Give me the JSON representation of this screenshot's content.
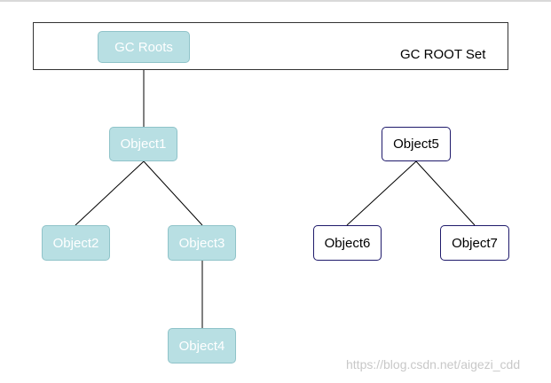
{
  "set": {
    "label": "GC ROOT Set"
  },
  "nodes": {
    "gc_roots": "GC Roots",
    "object1": "Object1",
    "object2": "Object2",
    "object3": "Object3",
    "object4": "Object4",
    "object5": "Object5",
    "object6": "Object6",
    "object7": "Object7"
  },
  "colors": {
    "reachable_fill": "#b8dfe3",
    "unreachable_border": "#1f1a6b"
  },
  "watermark": "https://blog.csdn.net/aigezi_cdd"
}
